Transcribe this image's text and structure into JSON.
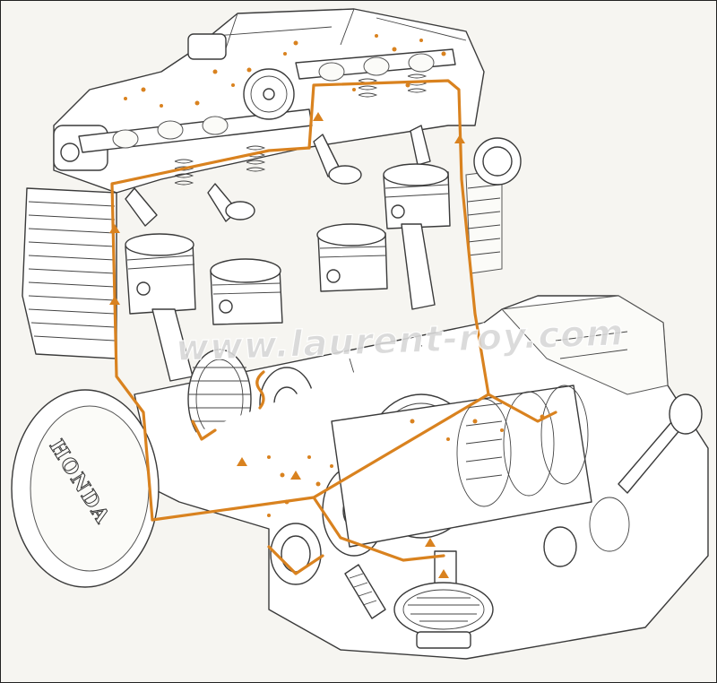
{
  "diagram": {
    "watermark": "www.laurent-roy.com",
    "case_brand": "HONDA",
    "colors": {
      "oil_path": "#d9821f",
      "line_art": "#3a3a3a",
      "background": "#f6f5f1"
    },
    "components": [
      "cylinder-head",
      "camshafts",
      "valve-springs",
      "valves",
      "pistons",
      "connecting-rods",
      "crankshaft",
      "clutch-basket",
      "gearbox-shafts",
      "oil-pump",
      "oil-strainer",
      "alternator-cover",
      "shift-lever"
    ]
  }
}
